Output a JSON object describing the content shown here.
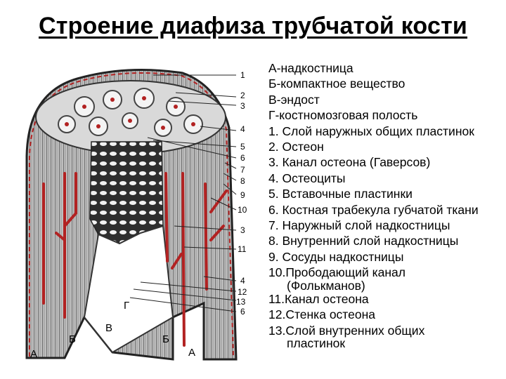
{
  "title": "Строение диафиза трубчатой кости",
  "legend": [
    {
      "text": "А-надкостница"
    },
    {
      "text": "Б-компактное вещество"
    },
    {
      "text": "В-эндост"
    },
    {
      "text": "Г-костномозговая полость"
    },
    {
      "text": "1. Слой наружных общих пластинок"
    },
    {
      "text": "2. Остеон"
    },
    {
      "text": "3. Канал остеона (Гаверсов)"
    },
    {
      "text": "4. Остеоциты"
    },
    {
      "text": "5. Вставочные пластинки"
    },
    {
      "text": "6. Костная трабекула губчатой ткани"
    },
    {
      "text": "7. Наружный слой надкостницы"
    },
    {
      "text": "8. Внутренний слой надкостницы"
    },
    {
      "text": "9. Сосуды надкостницы"
    },
    {
      "text": "10.Прободающий канал",
      "cont": "(Фолькманов)"
    },
    {
      "text": "11.Канал остеона"
    },
    {
      "text": "12.Стенка остеона"
    },
    {
      "text": "13.Слой внутренних общих",
      "cont": "пластинок"
    }
  ],
  "figure_numbers": [
    "1",
    "2",
    "3",
    "4",
    "5",
    "6",
    "7",
    "8",
    "9",
    "10",
    "3",
    "11",
    "4",
    "12",
    "13",
    "6"
  ],
  "figure_letters": {
    "g": "Г",
    "v": "В",
    "b_left": "Б",
    "b_right": "Б",
    "a_left": "А",
    "a_right": "А"
  }
}
